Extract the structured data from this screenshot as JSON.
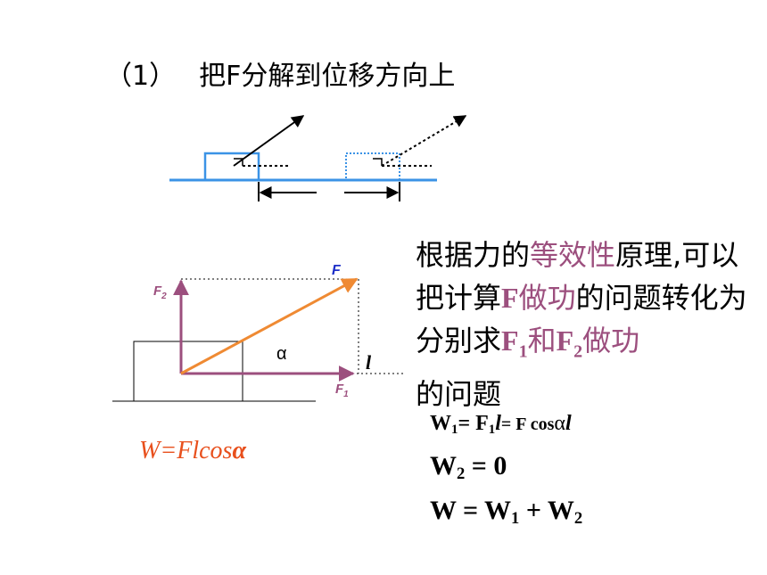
{
  "heading": {
    "number": "（1）",
    "text": "把F分解到位移方向上"
  },
  "diagram": {
    "F_label": "F",
    "F2_label": "F",
    "F2_sub": "2",
    "F1_label": "F",
    "F1_sub": "1",
    "alpha_label": "α",
    "l_label": "l"
  },
  "paragraph": {
    "p1": "根据力的",
    "p2": "等效性",
    "p3": "原理,可以把计算",
    "p4": "F",
    "p5": "做功",
    "p6": "的问题转化为分别求",
    "p7": "F",
    "p8": "1",
    "p9": "和",
    "p10": "F",
    "p11": "2",
    "p12": "做功",
    "p13": "的问题"
  },
  "formulas": {
    "f1_a": "W",
    "f1_a_sub": "1",
    "f1_b": "= F",
    "f1_b_sub": "1",
    "f1_c": "l",
    "f1_d": "= F cos",
    "f1_e": "α",
    "f1_f": "l",
    "f2_a": "W",
    "f2_a_sub": "2",
    "f2_b": " = 0",
    "f3_a": "W = W",
    "f3_a_sub": "1",
    "f3_b": " + W",
    "f3_b_sub": "2"
  },
  "work_formula": {
    "main": "W=Flcos",
    "alpha": "α"
  },
  "colors": {
    "block_blue": "#3b93e6",
    "vector_purple": "#9c4f7e",
    "F_orange": "#ef8a33",
    "F_label_blue": "#1d2fc8",
    "highlight": "#9c4f7e",
    "formula_red": "#e8501d"
  }
}
